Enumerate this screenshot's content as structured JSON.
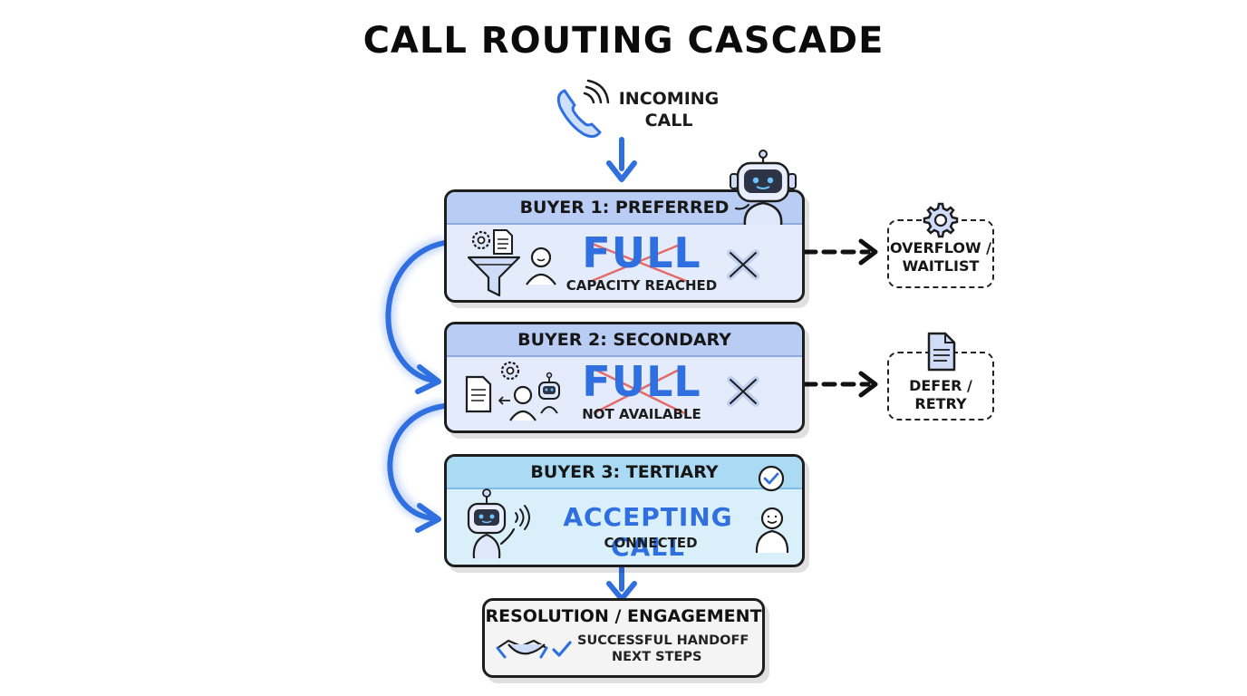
{
  "title": "CALL ROUTING CASCADE",
  "incoming": {
    "line1": "INCOMING",
    "line2": "CALL"
  },
  "buyers": [
    {
      "header": "BUYER 1: PREFERRED",
      "status": "FULL",
      "detail": "CAPACITY REACHED",
      "result_icon": "x-mark-icon"
    },
    {
      "header": "BUYER 2: SECONDARY",
      "status": "FULL",
      "detail": "NOT AVAILABLE",
      "result_icon": "x-mark-icon"
    },
    {
      "header": "BUYER 3: TERTIARY",
      "status": "ACCEPTING CALL",
      "detail": "CONNECTED",
      "result_icon": "checkmark-icon"
    }
  ],
  "side_outcomes": [
    {
      "line1": "OVERFLOW /",
      "line2": "WAITLIST",
      "icon": "gear-icon"
    },
    {
      "line1": "DEFER /",
      "line2": "RETRY",
      "icon": "document-icon"
    }
  ],
  "resolution": {
    "title": "RESOLUTION / ENGAGEMENT",
    "line1": "SUCCESSFUL HANDOFF",
    "line2": "NEXT STEPS",
    "icon": "handshake-icon"
  },
  "colors": {
    "accent_blue": "#2f6fe0",
    "header_blue": "#b9cdf4",
    "card_fill": "#e4ecfb",
    "accept_fill": "#d9f0fb",
    "cross_red": "#e46a6a",
    "outline": "#1d1d1d"
  }
}
